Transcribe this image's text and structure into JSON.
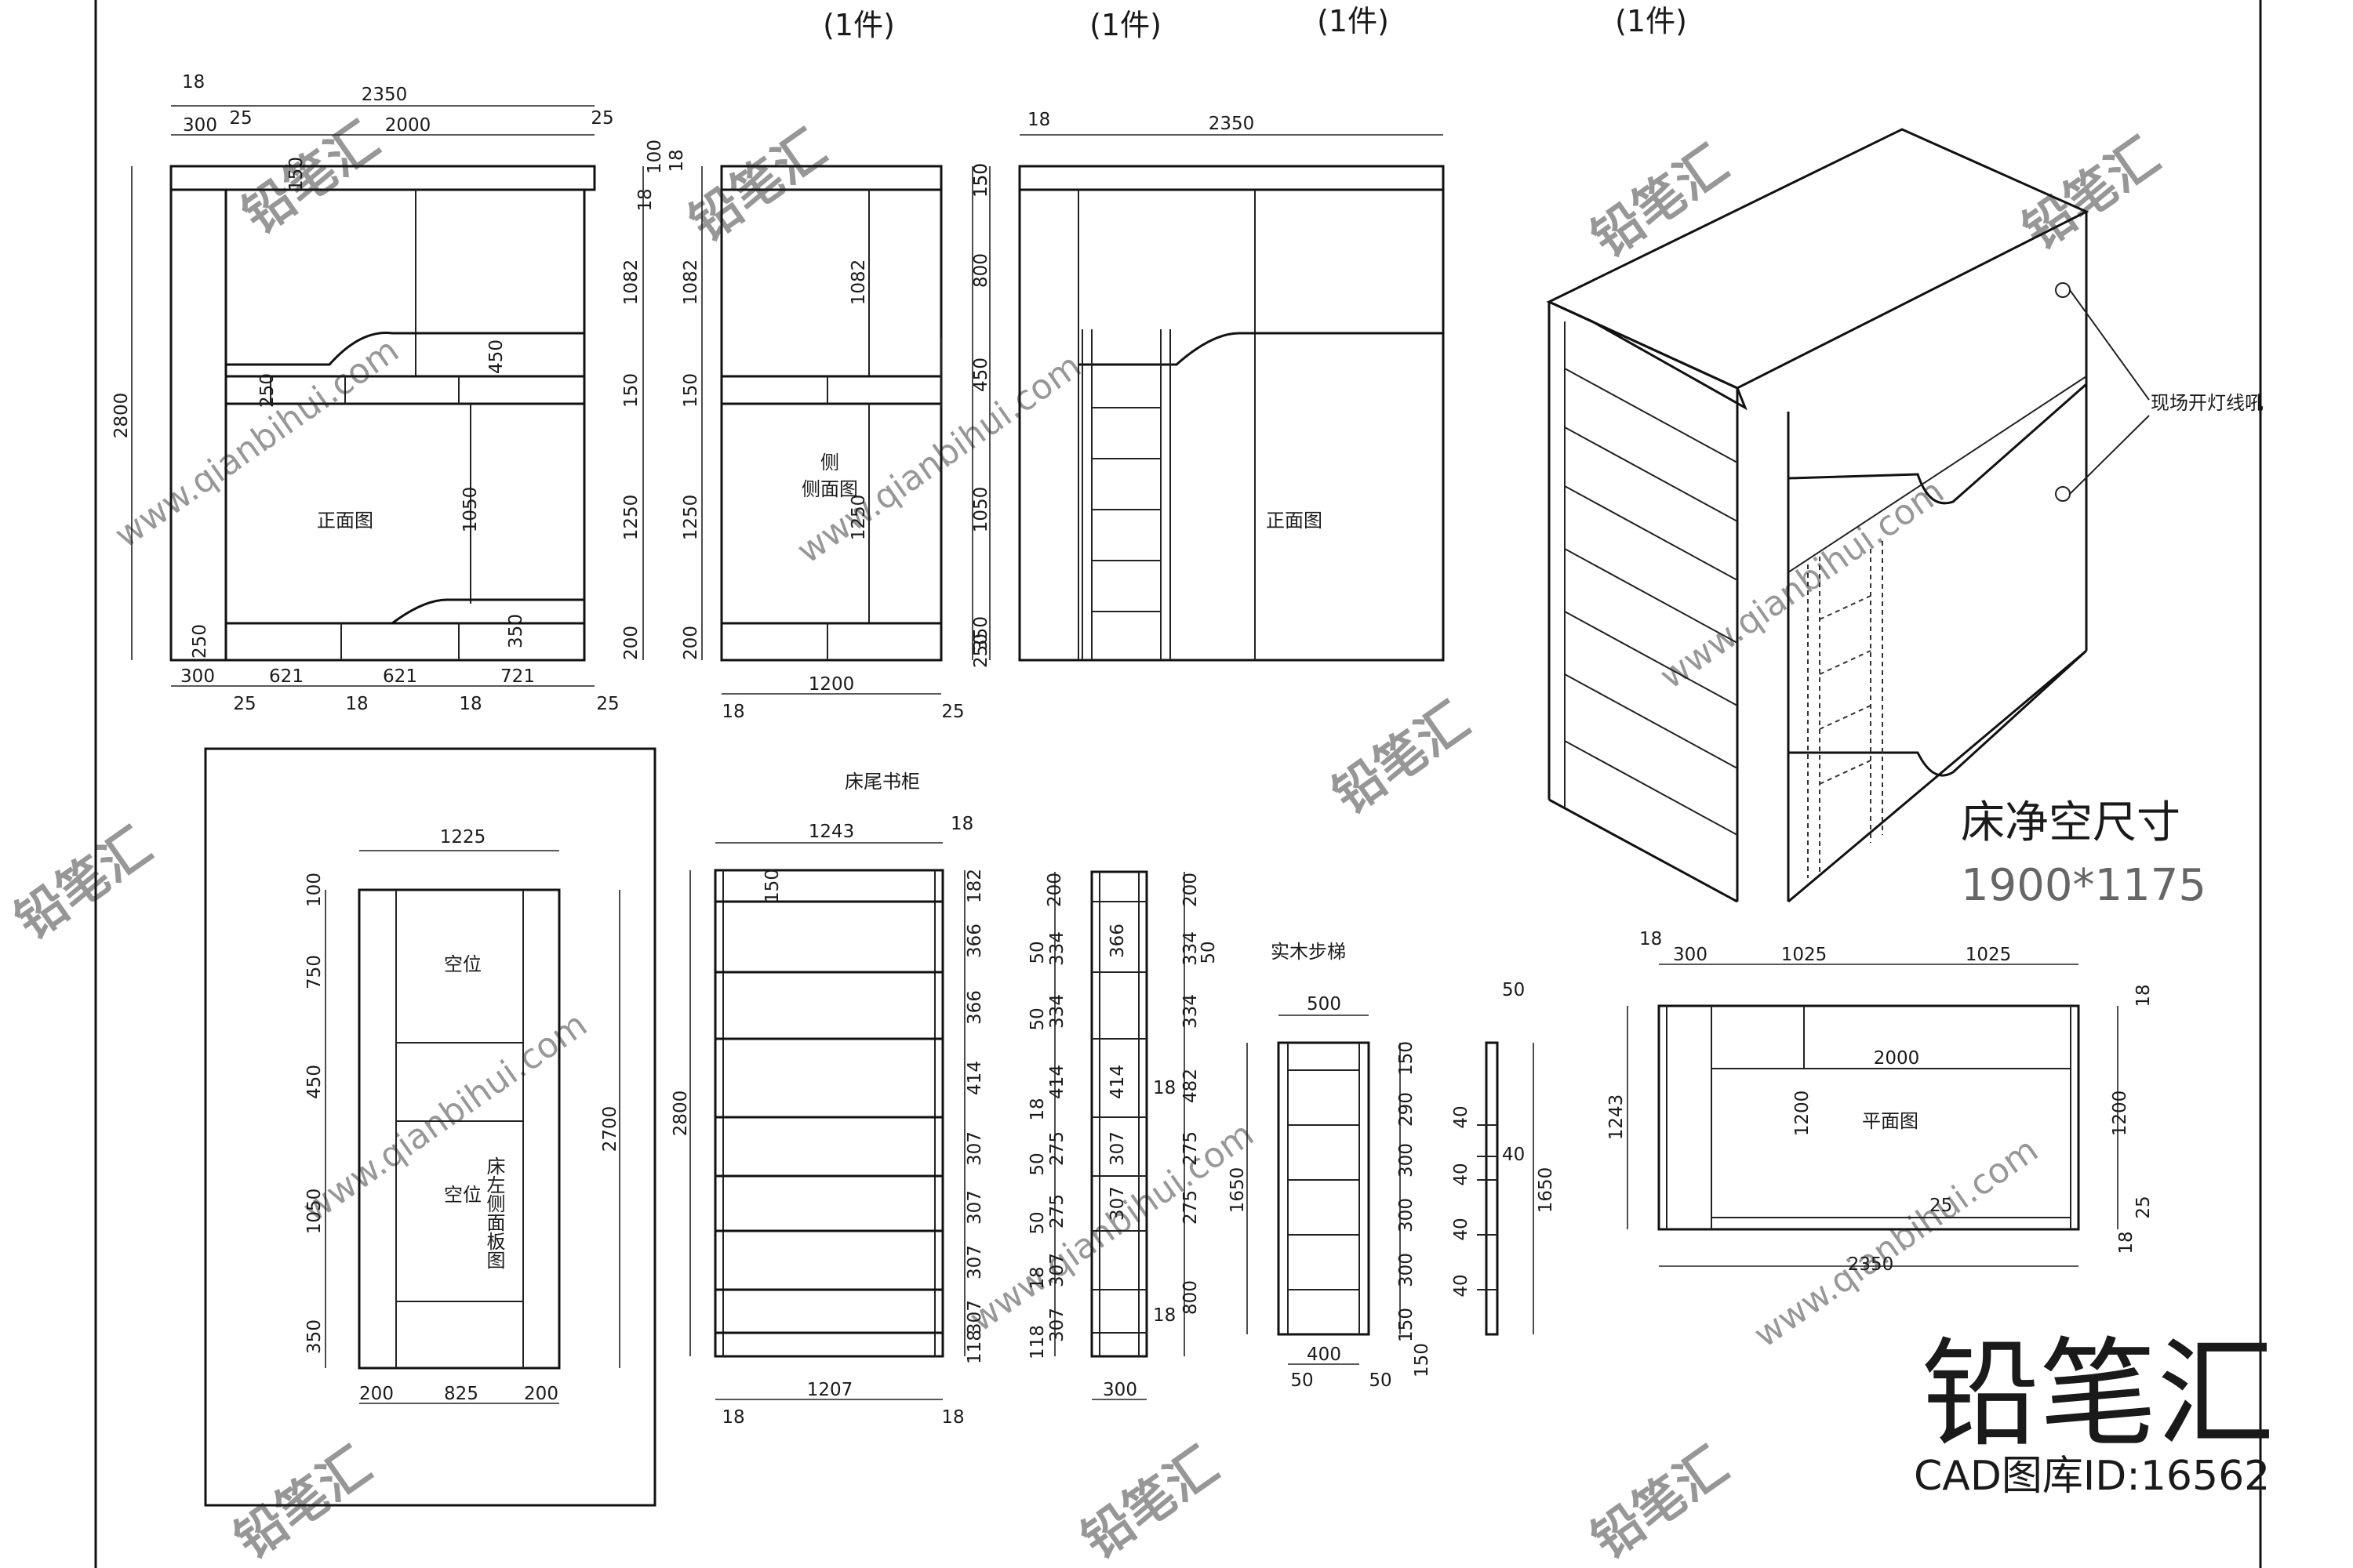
{
  "sheet": {
    "qty_tags": [
      "(1件)",
      "(1件)",
      "(1件)",
      "(1件)"
    ]
  },
  "front_view": {
    "label": "正面图",
    "top_dims": [
      "18",
      "2350",
      "300",
      "25",
      "2000",
      "25"
    ],
    "height_total": "2800",
    "right_dims": [
      "100",
      "18",
      "1082",
      "450",
      "150",
      "1250",
      "350",
      "200"
    ],
    "inner_dims": [
      "150",
      "250",
      "1050",
      "250"
    ],
    "bottom_dims": [
      "300",
      "621",
      "621",
      "721",
      "25",
      "18",
      "18",
      "25"
    ]
  },
  "side_view": {
    "label": "侧面图",
    "top_dims": [
      "18"
    ],
    "right_dims": [
      "150",
      "1082",
      "1250",
      "200",
      "150",
      "250"
    ],
    "inner_dims": [
      "1082",
      "1250"
    ],
    "bottom_dims": [
      "1200",
      "18",
      "25"
    ]
  },
  "front_view_2": {
    "label": "正面图",
    "top_dims": [
      "18",
      "2350"
    ],
    "left_dims": [
      "150",
      "800",
      "450",
      "1050",
      "350"
    ]
  },
  "iso_view": {
    "annotation": "现场开灯线吼",
    "clear_size_title": "床净空尺寸",
    "clear_size_value": "1900*1175"
  },
  "left_panel": {
    "dims_top": [
      "1225"
    ],
    "dims_left": [
      "100",
      "750",
      "450",
      "1050",
      "350"
    ],
    "dims_right": [
      "2700"
    ],
    "dims_bottom": [
      "200",
      "825",
      "200"
    ],
    "empty_label": "空位",
    "empty_label_2": "空位",
    "panel_title": "床左侧面板图"
  },
  "bookcase": {
    "title": "床尾书柜",
    "top_dims": [
      "1243",
      "18"
    ],
    "height": "2800",
    "shelf_dims": [
      "150",
      "182",
      "366",
      "366",
      "414",
      "307",
      "307",
      "307",
      "307",
      "118"
    ],
    "bottom_dims": [
      "1207",
      "18",
      "18"
    ]
  },
  "bookcase_side": {
    "left_dims": [
      "200",
      "50",
      "334",
      "50",
      "334",
      "18",
      "414",
      "50",
      "275",
      "50",
      "275",
      "18",
      "307",
      "118",
      "307"
    ],
    "inner_dims": [
      "366",
      "414",
      "307",
      "307",
      "18",
      "18"
    ],
    "right_dims": [
      "200",
      "334",
      "50",
      "334",
      "482",
      "275",
      "275",
      "800"
    ],
    "bottom_dims": [
      "300"
    ]
  },
  "ladder": {
    "title": "实木步梯",
    "top_dims": [
      "500"
    ],
    "height": "1650",
    "right_dims": [
      "150",
      "290",
      "300",
      "300",
      "300",
      "150"
    ],
    "bottom_dims": [
      "400",
      "50",
      "50"
    ]
  },
  "ladder_side": {
    "top_dims": [
      "50"
    ],
    "steps": [
      "40",
      "40",
      "40",
      "40",
      "40"
    ],
    "height": "1650",
    "bottom_dims": [
      "150"
    ]
  },
  "plan_view": {
    "label": "平面图",
    "top_dims": [
      "18",
      "300",
      "1025",
      "1025"
    ],
    "inner_dims": [
      "2000",
      "1200",
      "25"
    ],
    "left_dims": [
      "1243"
    ],
    "right_dims": [
      "18",
      "1200",
      "25",
      "18"
    ],
    "bottom_dims": [
      "2350"
    ]
  },
  "watermark": {
    "brand": "铅笔汇",
    "url": "www.qianbihui.com",
    "corner_brand": "铅笔汇",
    "corner_id": "CAD图库ID:16562"
  }
}
